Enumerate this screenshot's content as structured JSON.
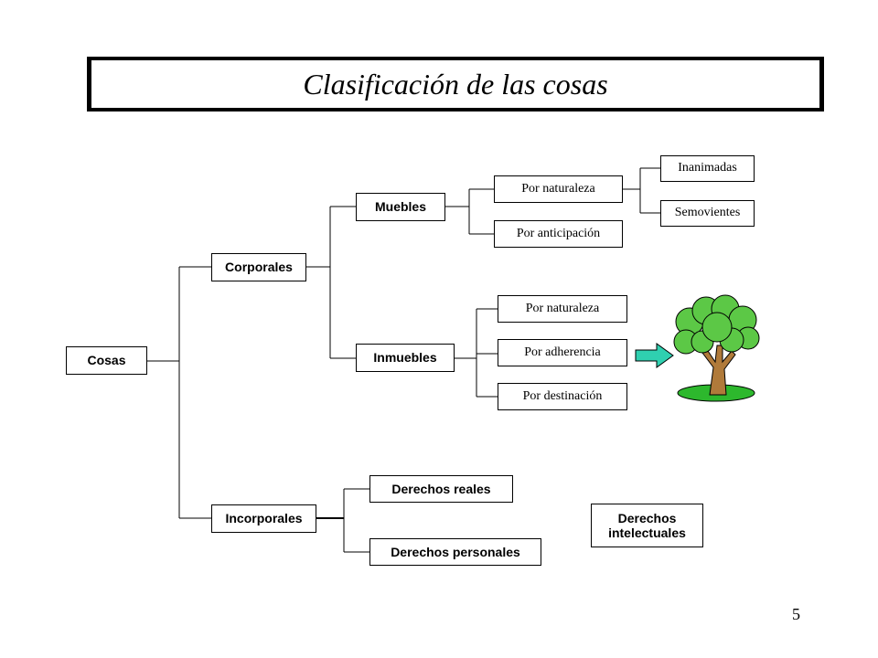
{
  "title": "Clasificación de las cosas",
  "nodes": {
    "cosas": "Cosas",
    "corporales": "Corporales",
    "incorporales": "Incorporales",
    "muebles": "Muebles",
    "inmuebles": "Inmuebles",
    "muebles_por_naturaleza": "Por naturaleza",
    "por_anticipacion": "Por anticipación",
    "inanimadas": "Inanimadas",
    "semovientes": "Semovientes",
    "inmuebles_por_naturaleza": "Por naturaleza",
    "por_adherencia": "Por adherencia",
    "por_destinacion": "Por destinación",
    "derechos_reales": "Derechos reales",
    "derechos_personales": "Derechos personales",
    "derechos_intelectuales": "Derechos intelectuales"
  },
  "illustration": {
    "arrow_color": "#2fd0b0",
    "foliage_color": "#5cc846",
    "trunk_color": "#b07a3a",
    "ground_color": "#2db82d",
    "icon": "tree-icon"
  },
  "page_number": "5"
}
